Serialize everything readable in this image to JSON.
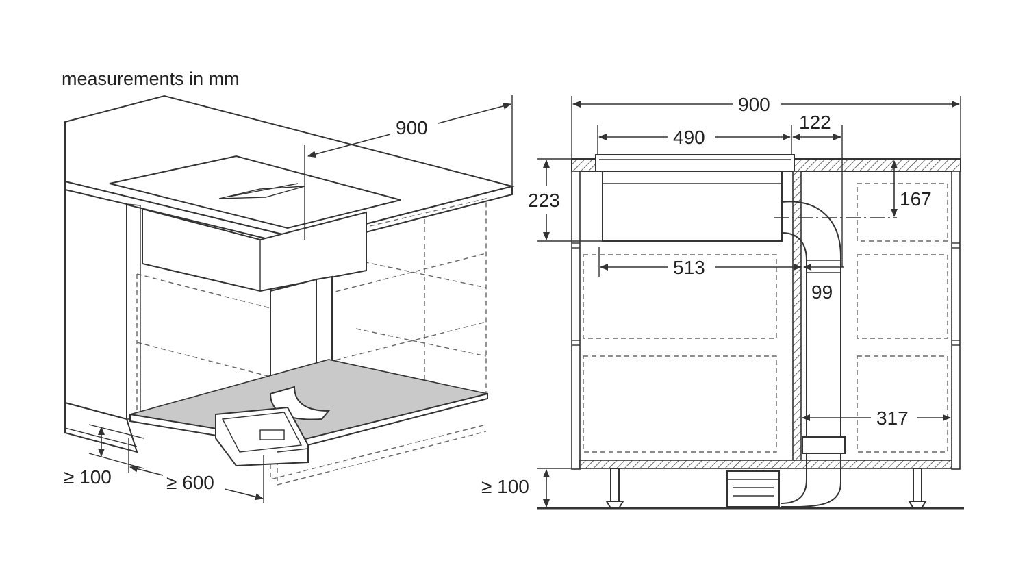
{
  "title": "measurements in mm",
  "left_view": {
    "width_label": "900",
    "plinth_label": "≥ 100",
    "depth_label": "≥ 600"
  },
  "right_view": {
    "width_label": "900",
    "hob_width_label": "490",
    "offset_label": "122",
    "height_label": "223",
    "center_label": "167",
    "cutout_label": "513",
    "duct_label": "99",
    "side_label": "317",
    "plinth_label": "≥ 100"
  }
}
